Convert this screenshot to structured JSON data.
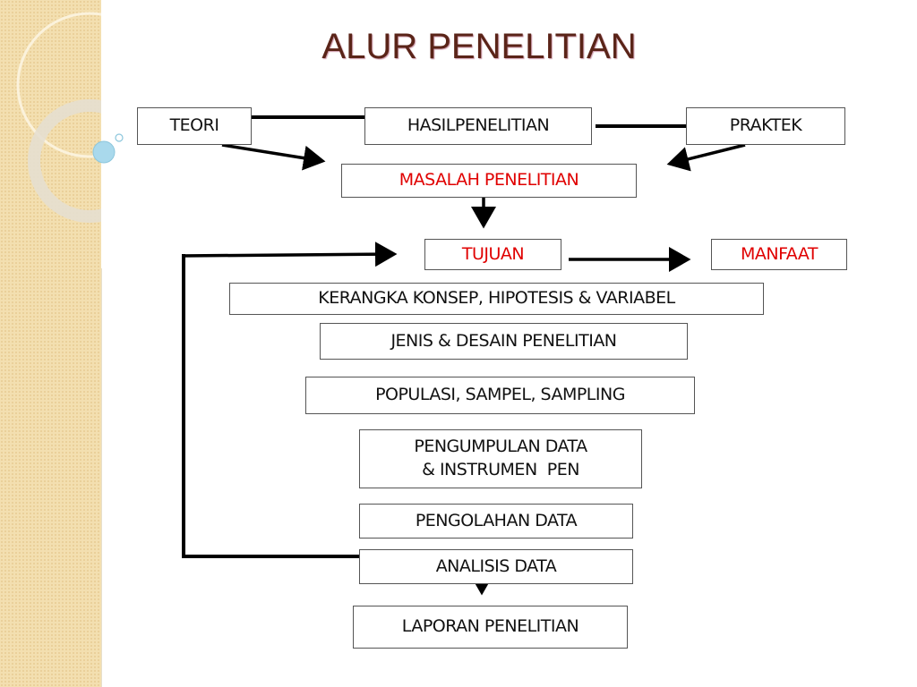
{
  "title": "ALUR PENELITIAN",
  "nodes": {
    "teori": "TEORI",
    "hasil": "HASILPENELITIAN",
    "praktek": "PRAKTEK",
    "masalah": "MASALAH PENELITIAN",
    "tujuan": "TUJUAN",
    "manfaat": "MANFAAT",
    "kerangka": "KERANGKA KONSEP, HIPOTESIS & VARIABEL",
    "jenis": "JENIS & DESAIN PENELITIAN",
    "populasi": "POPULASI, SAMPEL, SAMPLING",
    "pengumpulan_1": "PENGUMPULAN DATA",
    "pengumpulan_2": "& INSTRUMEN  PEN",
    "pengolahan": "PENGOLAHAN DATA",
    "analisis": "ANALISIS DATA",
    "laporan": "LAPORAN PENELITIAN"
  },
  "colors": {
    "highlight": "#e00000",
    "title": "#5a2418"
  }
}
